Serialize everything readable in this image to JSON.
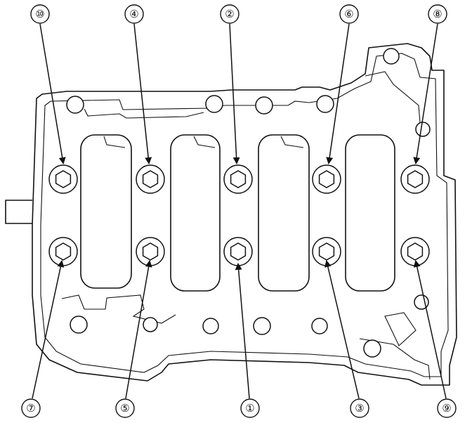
{
  "diagram": {
    "line_color": "#111111",
    "background": "#ffffff",
    "callouts": [
      {
        "label": "⑩",
        "bolt": "top-1"
      },
      {
        "label": "④",
        "bolt": "top-2"
      },
      {
        "label": "②",
        "bolt": "top-3"
      },
      {
        "label": "⑥",
        "bolt": "top-4"
      },
      {
        "label": "⑧",
        "bolt": "top-5"
      },
      {
        "label": "⑦",
        "bolt": "bottom-1"
      },
      {
        "label": "⑤",
        "bolt": "bottom-2"
      },
      {
        "label": "①",
        "bolt": "bottom-3"
      },
      {
        "label": "③",
        "bolt": "bottom-4"
      },
      {
        "label": "⑨",
        "bolt": "bottom-5"
      }
    ]
  }
}
